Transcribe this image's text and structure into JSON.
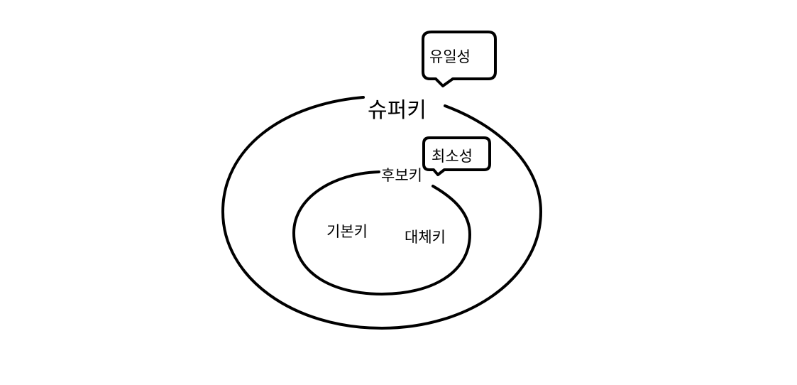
{
  "colors": {
    "background": "#ffffff",
    "stroke": "#000000"
  },
  "diagram": {
    "outer_set": {
      "label": "슈퍼키"
    },
    "inner_set": {
      "label": "후보키",
      "members": [
        {
          "label": "기본키"
        },
        {
          "label": "대체키"
        }
      ]
    },
    "callouts": [
      {
        "label": "유일성"
      },
      {
        "label": "최소성"
      }
    ]
  }
}
